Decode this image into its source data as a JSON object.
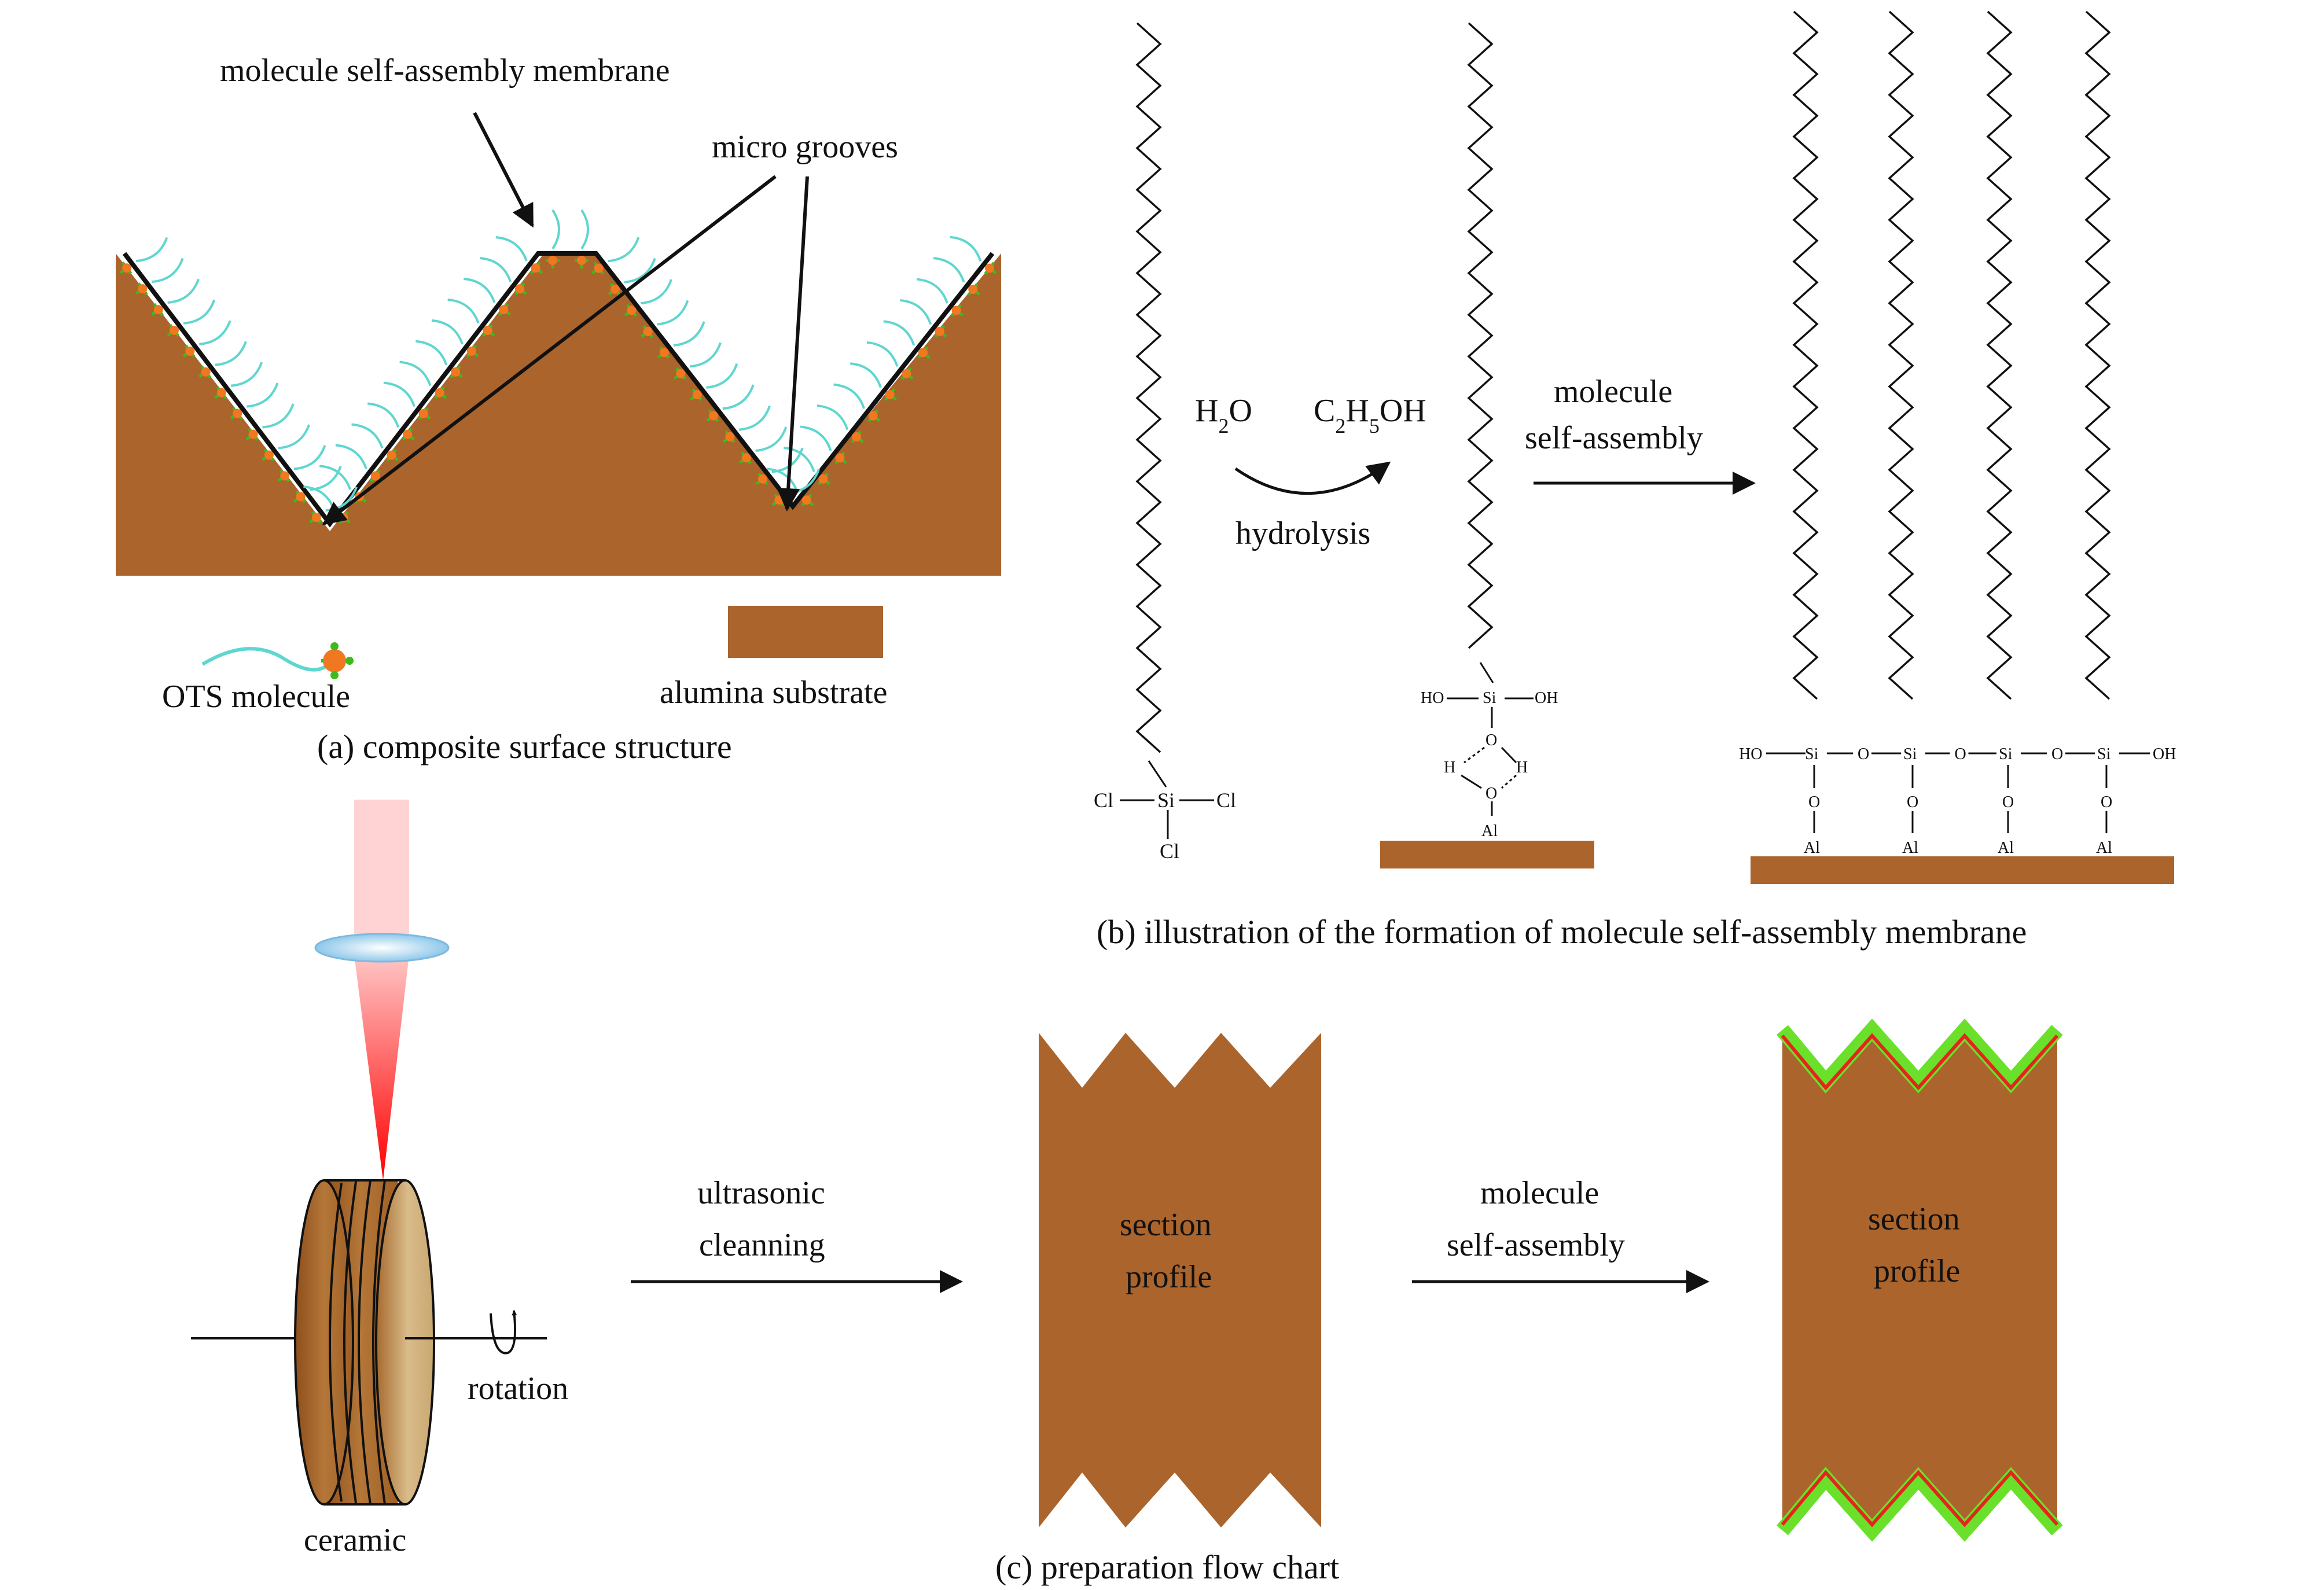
{
  "colors": {
    "substrate": "#AA642C",
    "membrane": "#5FD6D0",
    "ots_head": "#F07820",
    "ots_bond": "#3EBA1E",
    "coating_green": "#6BE02A",
    "coating_red": "#E2261E",
    "laser": "#FF1E1E",
    "lens": "#9FD2EE"
  },
  "panel_a": {
    "label_membrane": "molecule self-assembly membrane",
    "label_grooves": "micro grooves",
    "legend_ots": "OTS molecule",
    "legend_substrate": "alumina substrate",
    "caption": "(a) composite surface structure"
  },
  "panel_b": {
    "reagent_water_main": "H",
    "reagent_water_sub": "2",
    "reagent_water_tail": "O",
    "reagent_ethanol_c": "C",
    "reagent_ethanol_s1": "2",
    "reagent_ethanol_h": "H",
    "reagent_ethanol_s2": "5",
    "reagent_ethanol_tail": "OH",
    "label_hydrolysis": "hydrolysis",
    "arrow_label_line1": "molecule",
    "arrow_label_line2": "self-assembly",
    "atoms": {
      "cl": "Cl",
      "si": "Si",
      "o": "O",
      "h": "H",
      "al": "Al",
      "ho": "HO",
      "oh": "OH"
    },
    "caption": "(b) illustration of the formation of molecule self-assembly membrane"
  },
  "panel_c": {
    "label_ceramic": "ceramic",
    "label_rotation": "rotation",
    "step1_line1": "ultrasonic",
    "step1_line2": "cleanning",
    "step2_line1": "molecule",
    "step2_line2": "self-assembly",
    "block_line1": "section",
    "block_line2": "profile",
    "caption": "(c) preparation flow chart"
  }
}
